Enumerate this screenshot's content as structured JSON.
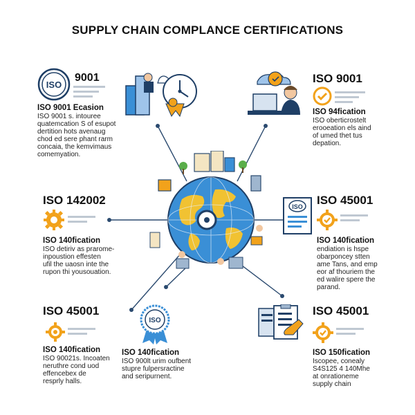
{
  "title": "SUPPLY CHAIN COMPLANCE CERTIFICATIONS",
  "colors": {
    "accent_orange": "#f2a21b",
    "navy": "#1f3f66",
    "globe_blue": "#3a8fd6",
    "land_yellow": "#f1c232",
    "line": "#2b4a6f"
  },
  "blocks": [
    {
      "head": "9001",
      "sub": "ISO 9001 Ecasion",
      "body": "ISO 9001 s. intouree\nquatemcation S of esupot\ndertition hots avenaug\nchod ed sere phant rarm\nconcaia, the kemvimaus\ncomemyation.",
      "icon": "iso-seal-icon"
    },
    {
      "head": "ISO 9001",
      "sub": "ISO 94fication",
      "body": "ISO oberticrostelt\nerooeation els aind\nof umed thet tus\ndepation.",
      "icon": "checkmark-gear-icon"
    },
    {
      "head": "ISO 142002",
      "sub": "ISO 140fication",
      "body": "ISO detiriv as prarome-\ninpoustion effesten\nufil the uaosn inte the\nrupon thi yousouation.",
      "icon": "gear-icon"
    },
    {
      "head": "ISO 45001",
      "sub": "ISO 140fication",
      "body": "endiation is hspe\nobarponcey stten\name Tans, and emp\neor af thouriem the\ned walire spere the\nparand.",
      "icon": "checkmark-gear-icon"
    },
    {
      "head": "ISO 45001",
      "sub": "ISO 140fication",
      "body": "ISO 90021s. Incoaten\nneruthre cond uod\neffencebex de\nresprly halls.",
      "icon": "gear-icon"
    },
    {
      "head": "",
      "sub": "ISO 140fication",
      "body": "ISO 900lt urim oufbent\nstupre fulpersractine\nand seripurnent.",
      "icon": "iso-badge-icon"
    },
    {
      "head": "ISO 45001",
      "sub": "ISO 150fication",
      "body": "Iscopee, conealy\nS4S125 4 140Mhe\nat onrationeme\nsupply chain",
      "icon": "checkmark-gear-icon"
    }
  ],
  "labels": {
    "iso": "ISO"
  }
}
